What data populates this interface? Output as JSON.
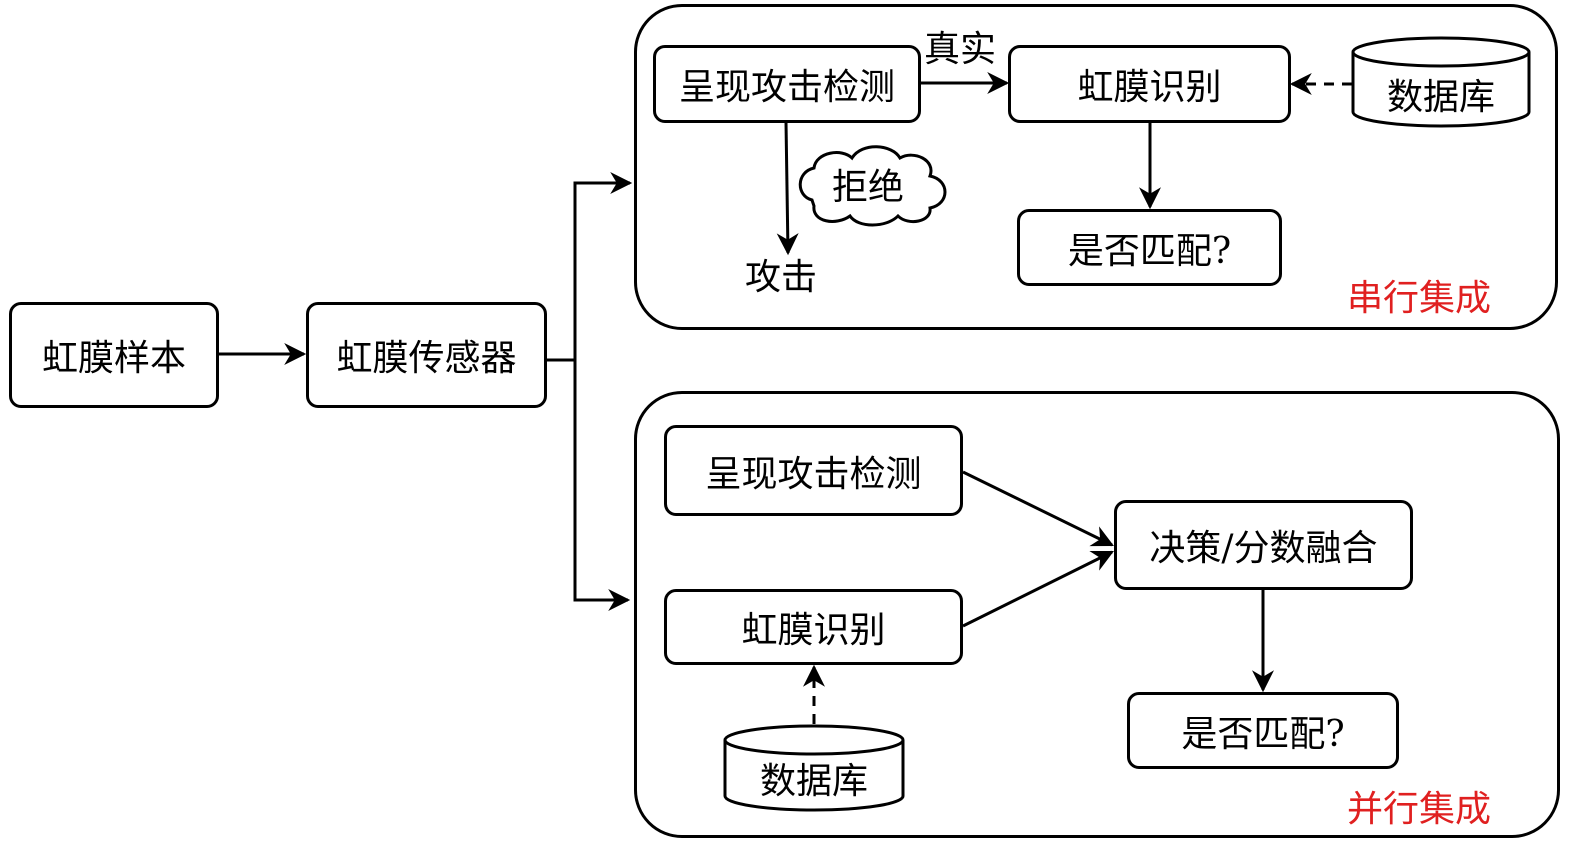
{
  "nodes": {
    "iris_sample": "虹膜样本",
    "iris_sensor": "虹膜传感器",
    "serial_pad": "呈现攻击检测",
    "serial_recog": "虹膜识别",
    "serial_db": "数据库",
    "serial_match": "是否匹配?",
    "parallel_pad": "呈现攻击检测",
    "parallel_recog": "虹膜识别",
    "parallel_db": "数据库",
    "fusion": "决策/分数融合",
    "parallel_match": "是否匹配?"
  },
  "labels": {
    "genuine": "真实",
    "reject": "拒绝",
    "attack": "攻击"
  },
  "groups": {
    "serial": "串行集成",
    "parallel": "并行集成"
  },
  "colors": {
    "stroke": "#000000",
    "group_label": "#e02020"
  }
}
